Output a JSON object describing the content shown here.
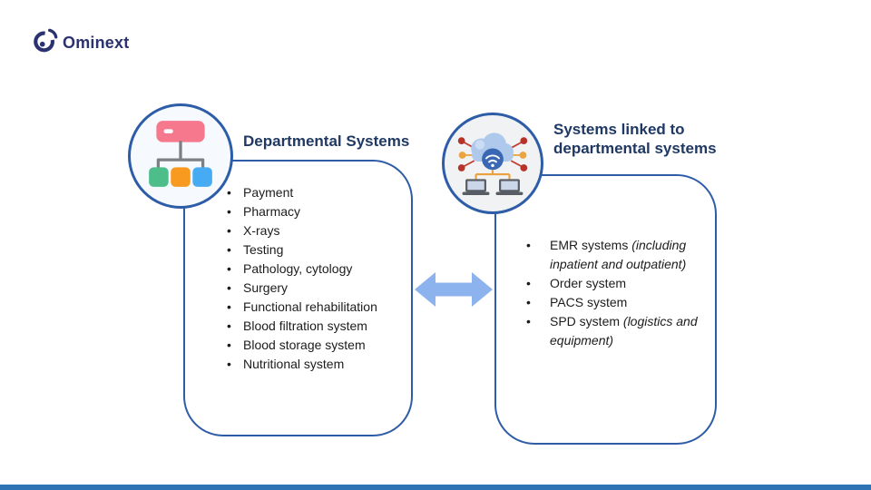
{
  "logo": {
    "text": "Ominext"
  },
  "left_panel": {
    "title": "Departmental Systems",
    "items": [
      "Payment",
      "Pharmacy",
      "X-rays",
      "Testing",
      "Pathology, cytology",
      "Surgery",
      "Functional rehabilitation",
      "Blood filtration system",
      "Blood storage system",
      "Nutritional system"
    ]
  },
  "right_panel": {
    "title_line1": "Systems linked to",
    "title_line2": "departmental systems",
    "items": [
      {
        "text": "EMR systems ",
        "note": "(including inpatient and outpatient)"
      },
      {
        "text": "Order system",
        "note": ""
      },
      {
        "text": "PACS system",
        "note": ""
      },
      {
        "text": "SPD system ",
        "note": "(logistics and equipment)"
      }
    ]
  },
  "colors": {
    "title": "#1F3864",
    "box_border": "#2E5CA6",
    "circle_border": "#2E5DA8",
    "arrow": "#8DB3EE",
    "logo": "#2B3270",
    "footer_bar": "#2E74B5"
  }
}
